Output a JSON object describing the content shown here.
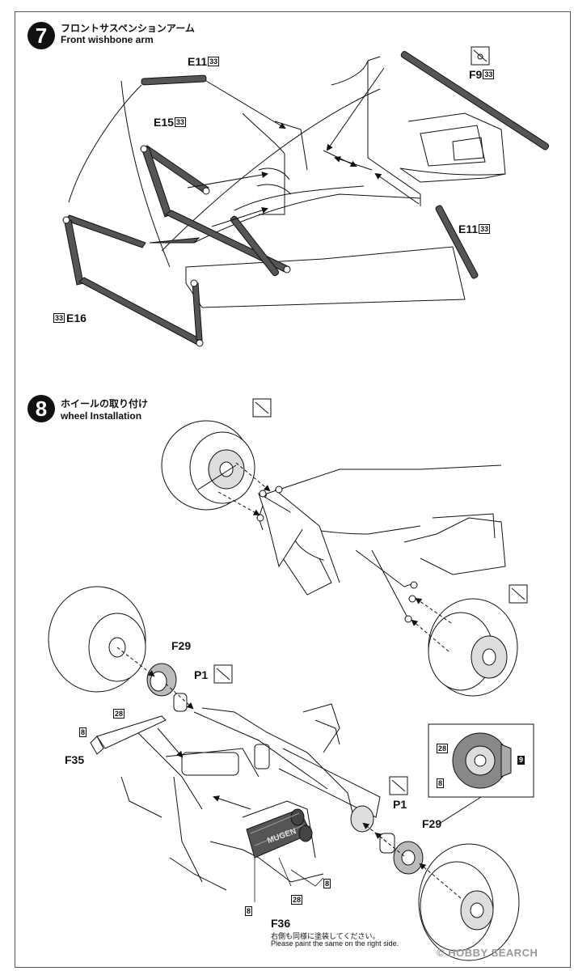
{
  "step7": {
    "number": "7",
    "title_jp": "フロントサスペンションアーム",
    "title_en": "Front wishbone arm",
    "parts": {
      "e11_top": "E11",
      "e15": "E15",
      "f9": "F9",
      "e11_right": "E11",
      "e16": "E16"
    },
    "runner_no": "33"
  },
  "step8": {
    "number": "8",
    "title_jp": "ホイールの取り付け",
    "title_en": "wheel Installation",
    "parts": {
      "f29_left": "F29",
      "p1_left": "P1",
      "f35": "F35",
      "p1_right": "P1",
      "f29_right": "F29",
      "f36": "F36"
    },
    "color_codes": {
      "c28": "28",
      "c8": "8",
      "c9": "9"
    },
    "engine_text": "MUGEN",
    "note_jp": "右側も同様に塗装してください。",
    "note_en": "Please paint the same on the right side."
  },
  "watermark": "HOBBY SEARCH",
  "watermark_copy": "©"
}
